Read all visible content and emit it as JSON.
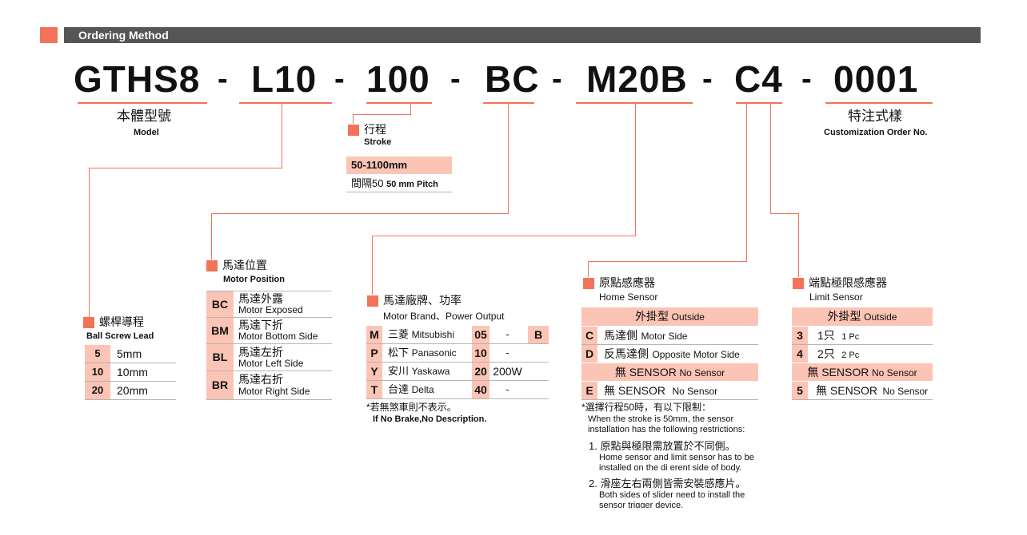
{
  "header": {
    "title": "Ordering Method"
  },
  "code": {
    "parts": [
      "GTHS8",
      "L10",
      "100",
      "BC",
      "M20B",
      "C4",
      "0001"
    ],
    "separator": "-"
  },
  "model": {
    "cn": "本體型號",
    "en": "Model"
  },
  "custom": {
    "cn": "特注式樣",
    "en": "Customization Order No."
  },
  "stroke": {
    "cn": "行程",
    "en": "Stroke",
    "range": "50-1100mm",
    "pitch_cn": "間隔50",
    "pitch_en": "50 mm Pitch"
  },
  "lead": {
    "cn": "螺桿導程",
    "en": "Ball Screw Lead",
    "rows": [
      {
        "code": "5",
        "value": "5mm"
      },
      {
        "code": "10",
        "value": "10mm"
      },
      {
        "code": "20",
        "value": "20mm"
      }
    ]
  },
  "motor_position": {
    "cn": "馬達位置",
    "en": "Motor Position",
    "rows": [
      {
        "code": "BC",
        "cn": "馬達外露",
        "en": "Motor Exposed"
      },
      {
        "code": "BM",
        "cn": "馬達下折",
        "en": "Motor Bottom Side"
      },
      {
        "code": "BL",
        "cn": "馬達左折",
        "en": "Motor Left Side"
      },
      {
        "code": "BR",
        "cn": "馬達右折",
        "en": "Motor Right Side"
      }
    ]
  },
  "motor_brand": {
    "cn": "馬達廠牌、功率",
    "en": "Motor Brand、Power Output",
    "rows": [
      {
        "code": "M",
        "cn": "三菱",
        "en": "Mitsubishi",
        "pcode": "05",
        "power": "-"
      },
      {
        "code": "P",
        "cn": "松下",
        "en": "Panasonic",
        "pcode": "10",
        "power": "-"
      },
      {
        "code": "Y",
        "cn": "安川",
        "en": "Yaskawa",
        "pcode": "20",
        "power": "200W"
      },
      {
        "code": "T",
        "cn": "台達",
        "en": "Delta",
        "pcode": "40",
        "power": "-"
      }
    ],
    "brake_code": "B",
    "note_cn": "*若無煞車則不表示。",
    "note_en": "If No Brake,No Description."
  },
  "home_sensor": {
    "cn": "原點感應器",
    "en": "Home Sensor",
    "outside_cn": "外掛型",
    "outside_en": "Outside",
    "rows": [
      {
        "code": "C",
        "cn": "馬達側",
        "en": "Motor Side"
      },
      {
        "code": "D",
        "cn": "反馬達側",
        "en": "Opposite Motor Side"
      }
    ],
    "none_cn": "無 SENSOR",
    "none_en": "No Sensor",
    "none_row": {
      "code": "E",
      "cn": "無 SENSOR",
      "en": "No Sensor"
    },
    "notes": {
      "title_cn": "*選擇行程50時，有以下限制：",
      "title_en1": "When the stroke is 50mm, the sensor",
      "title_en2": "installation has the following restrictions:",
      "n1_cn": "1. 原點與極限需放置於不同側。",
      "n1_en1": "Home sensor and limit sensor has to be",
      "n1_en2": "installed on the di    erent side of body.",
      "n2_cn": "2. 滑座左右兩側皆需安裝感應片。",
      "n2_en1": "Both sides of slider need to install the",
      "n2_en2": "sensor trigger device."
    }
  },
  "limit_sensor": {
    "cn": "端點極限感應器",
    "en": "Limit Sensor",
    "outside_cn": "外掛型",
    "outside_en": "Outside",
    "rows": [
      {
        "code": "3",
        "cn": "1只",
        "en": "1 Pc"
      },
      {
        "code": "4",
        "cn": "2只",
        "en": "2 Pc"
      }
    ],
    "none_cn": "無 SENSOR",
    "none_en": "No Sensor",
    "none_row": {
      "code": "5",
      "cn": "無 SENSOR",
      "en": "No Sensor"
    }
  },
  "colors": {
    "accent": "#f2735a",
    "pink": "#fbc4b4",
    "header": "#555657"
  }
}
